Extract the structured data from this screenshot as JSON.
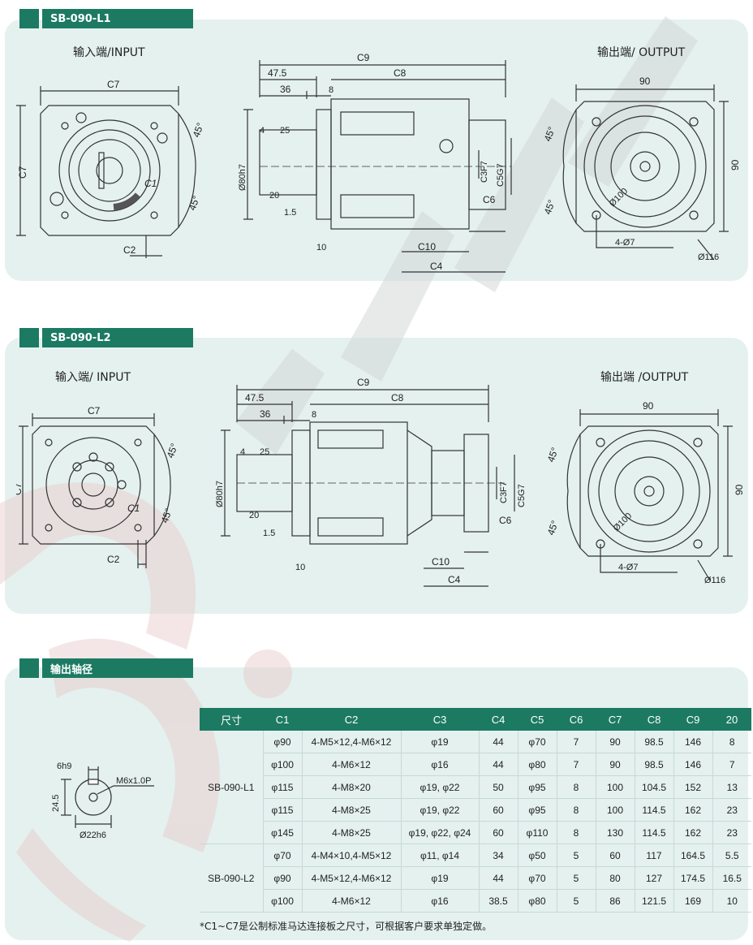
{
  "section1": {
    "tag": "SB-090-L1",
    "input_label": "输入端/INPUT",
    "output_label": "输出端/ OUTPUT"
  },
  "section2": {
    "tag": "SB-090-L2",
    "input_label": "输入端/ INPUT",
    "output_label": "输出端 /OUTPUT"
  },
  "section3": {
    "tag": "输出轴径"
  },
  "dims": {
    "c1": "C1",
    "c2": "C2",
    "c3": "C3F7",
    "c4": "C4",
    "c5": "C5G7",
    "c6": "C6",
    "c7": "C7",
    "c8": "C8",
    "c9": "C9",
    "c10": "C10",
    "d475": "47.5",
    "d36": "36",
    "d8": "8",
    "d4": "4",
    "d25": "25",
    "d20": "20",
    "d15": "1.5",
    "d10": "10",
    "phi80": "Ø80h7",
    "a45": "45°",
    "d90": "90",
    "phi100": "Ø100",
    "holes": "4-Ø7",
    "phi116": "Ø116"
  },
  "shaft": {
    "w": "6h9",
    "h": "24.5",
    "thread": "M6x1.0P",
    "d": "Ø22h6"
  },
  "table": {
    "headers": [
      "尺寸",
      "C1",
      "C2",
      "C3",
      "C4",
      "C5",
      "C6",
      "C7",
      "C8",
      "C9",
      "20"
    ],
    "groups": [
      {
        "name": "SB-090-L1",
        "rows": [
          [
            "φ90",
            "4-M5×12,4-M6×12",
            "φ19",
            "44",
            "φ70",
            "7",
            "90",
            "98.5",
            "146",
            "8"
          ],
          [
            "φ100",
            "4-M6×12",
            "φ16",
            "44",
            "φ80",
            "7",
            "90",
            "98.5",
            "146",
            "7"
          ],
          [
            "φ115",
            "4-M8×20",
            "φ19, φ22",
            "50",
            "φ95",
            "8",
            "100",
            "104.5",
            "152",
            "13"
          ],
          [
            "φ115",
            "4-M8×25",
            "φ19, φ22",
            "60",
            "φ95",
            "8",
            "100",
            "114.5",
            "162",
            "23"
          ],
          [
            "φ145",
            "4-M8×25",
            "φ19, φ22, φ24",
            "60",
            "φ110",
            "8",
            "130",
            "114.5",
            "162",
            "23"
          ]
        ]
      },
      {
        "name": "SB-090-L2",
        "rows": [
          [
            "φ70",
            "4-M4×10,4-M5×12",
            "φ11, φ14",
            "34",
            "φ50",
            "5",
            "60",
            "117",
            "164.5",
            "5.5"
          ],
          [
            "φ90",
            "4-M5×12,4-M6×12",
            "φ19",
            "44",
            "φ70",
            "5",
            "80",
            "127",
            "174.5",
            "16.5"
          ],
          [
            "φ100",
            "4-M6×12",
            "φ16",
            "38.5",
            "φ80",
            "5",
            "86",
            "121.5",
            "169",
            "10"
          ]
        ]
      }
    ]
  },
  "note": "*C1~C7是公制标准马达连接板之尺寸，可根据客户要求单独定做。",
  "colors": {
    "accent": "#1c7a63",
    "panel": "#e4f1ef"
  }
}
